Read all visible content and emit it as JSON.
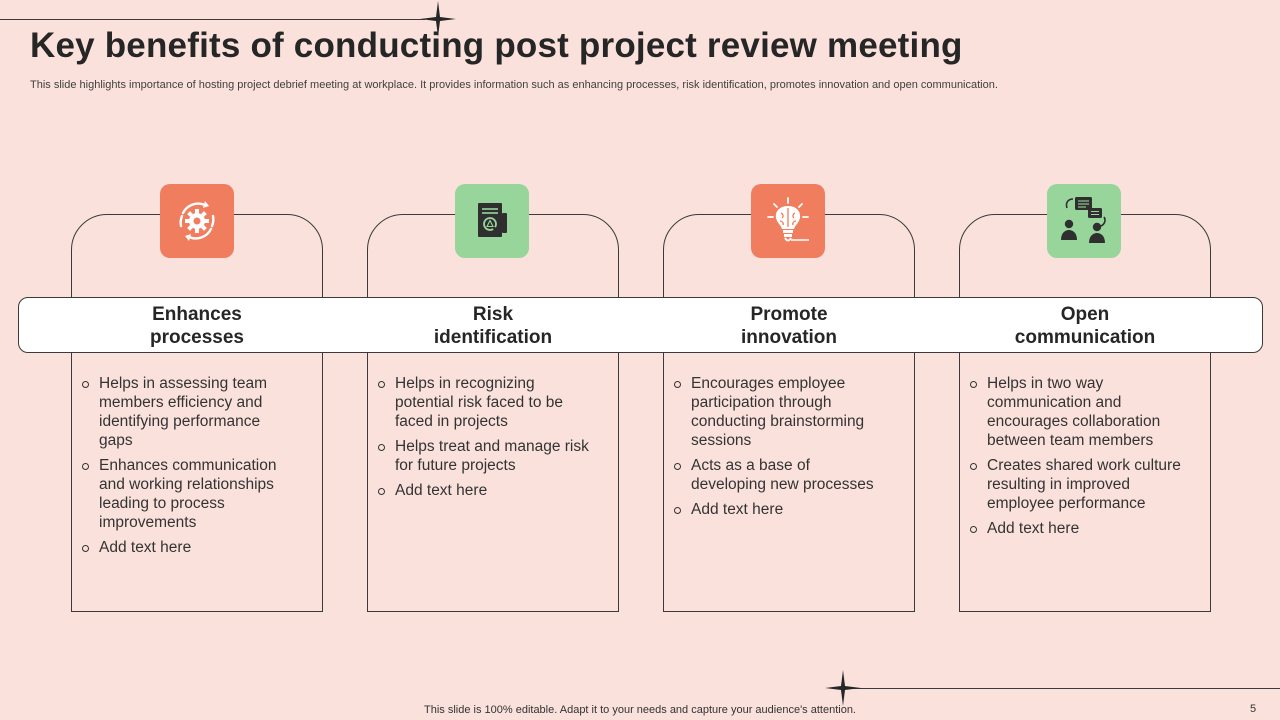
{
  "slide": {
    "title": "Key benefits of conducting post project review meeting",
    "subtitle": "This slide highlights importance of hosting project debrief meeting at workplace. It provides information such as enhancing processes, risk identification, promotes innovation and open communication.",
    "footer": "This slide is 100% editable. Adapt it to your needs and capture your audience's attention.",
    "page_number": "5"
  },
  "colors": {
    "background": "#fae1dc",
    "accent_orange": "#f07d5e",
    "accent_green": "#97d59b"
  },
  "benefits": [
    {
      "icon": "gear-arrows-icon",
      "title_line1": "Enhances",
      "title_line2": "processes",
      "bullets": [
        "Helps in assessing team members efficiency and identifying performance gaps",
        "Enhances communication and working relationships leading to process improvements",
        "Add text here"
      ]
    },
    {
      "icon": "document-magnifier-icon",
      "title_line1": "Risk",
      "title_line2": "identification",
      "bullets": [
        "Helps in recognizing potential risk faced to be faced in projects",
        "Helps treat and manage risk for future  projects",
        "Add text here"
      ]
    },
    {
      "icon": "brain-bulb-icon",
      "title_line1": "Promote",
      "title_line2": "innovation",
      "bullets": [
        "Encourages employee participation through conducting brainstorming sessions",
        "Acts as a base of developing new processes",
        "Add text here"
      ]
    },
    {
      "icon": "people-conversation-icon",
      "title_line1": "Open",
      "title_line2": "communication",
      "bullets": [
        "Helps in two way communication and encourages collaboration between team members",
        "Creates shared work culture resulting in improved employee performance",
        "Add text here"
      ]
    }
  ]
}
